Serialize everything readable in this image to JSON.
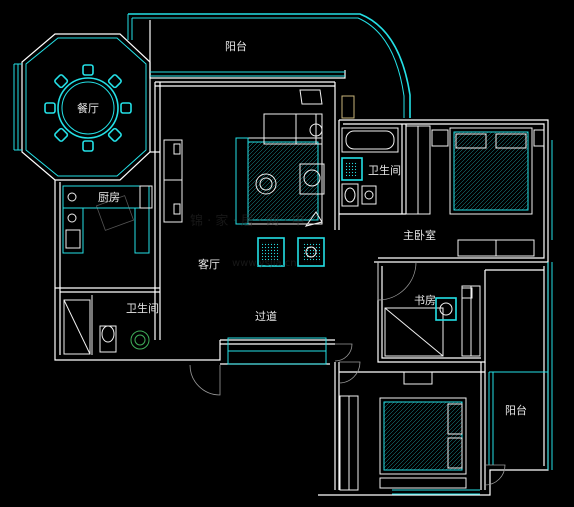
{
  "rooms": {
    "balcony_top": "阳台",
    "dining": "餐厅",
    "kitchen": "厨房",
    "living": "客厅",
    "bath_main": "卫生间",
    "bath_small": "卫生间",
    "master": "主卧室",
    "corridor": "过道",
    "study": "书房",
    "balcony_right": "阳台"
  },
  "colors": {
    "background": "#000000",
    "walls": "#ffffff",
    "furniture": "#24e0e6",
    "fixtures": "#3fae5a"
  }
}
